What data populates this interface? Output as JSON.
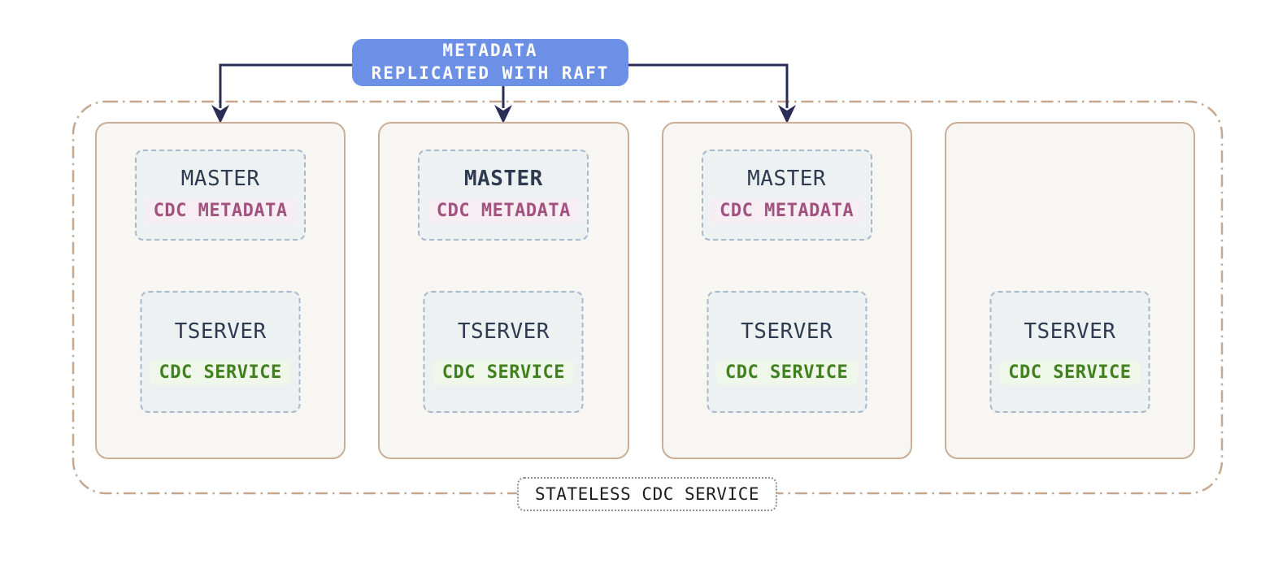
{
  "colors": {
    "metadata_box_bg": "#6C90E6",
    "metadata_box_text": "#FFFFFF",
    "connector": "#2A2D55",
    "outer_border": "#C5A88F",
    "node_border": "#C9AE97",
    "node_bg": "#F8F6F2",
    "subbox_border": "#A6B9CB",
    "subbox_bg": "#EDF1F2",
    "title_text": "#2E3A50",
    "metadata_badge_text": "#A1527F",
    "metadata_badge_bg": "#F7EEF3",
    "service_badge_text": "#41801F",
    "service_badge_bg": "#EFF7EA",
    "outer_label_text": "#1C1C1C"
  },
  "metadata_box": {
    "line1": "METADATA",
    "line2": "REPLICATED WITH RAFT"
  },
  "outer_label": "STATELESS CDC SERVICE",
  "nodes": [
    {
      "master_label": "MASTER",
      "master_badge": "CDC METADATA",
      "tserver_label": "TSERVER",
      "tserver_badge": "CDC SERVICE"
    },
    {
      "master_label": "MASTER",
      "master_badge": "CDC METADATA",
      "tserver_label": "TSERVER",
      "tserver_badge": "CDC SERVICE"
    },
    {
      "master_label": "MASTER",
      "master_badge": "CDC METADATA",
      "tserver_label": "TSERVER",
      "tserver_badge": "CDC SERVICE"
    },
    {
      "tserver_label": "TSERVER",
      "tserver_badge": "CDC SERVICE"
    }
  ]
}
